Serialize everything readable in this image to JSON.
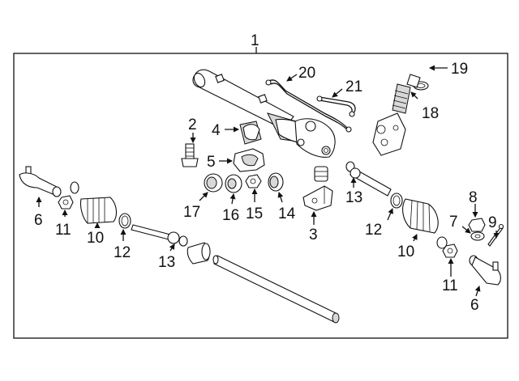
{
  "diagram": {
    "frame_label": "1",
    "callouts": {
      "c2": "2",
      "c3": "3",
      "c4": "4",
      "c5": "5",
      "c6a": "6",
      "c6b": "6",
      "c7": "7",
      "c8": "8",
      "c9": "9",
      "c10a": "10",
      "c10b": "10",
      "c11a": "11",
      "c11b": "11",
      "c12a": "12",
      "c12b": "12",
      "c13a": "13",
      "c13b": "13",
      "c14": "14",
      "c15": "15",
      "c16": "16",
      "c17": "17",
      "c18": "18",
      "c19": "19",
      "c20": "20",
      "c21": "21"
    }
  }
}
